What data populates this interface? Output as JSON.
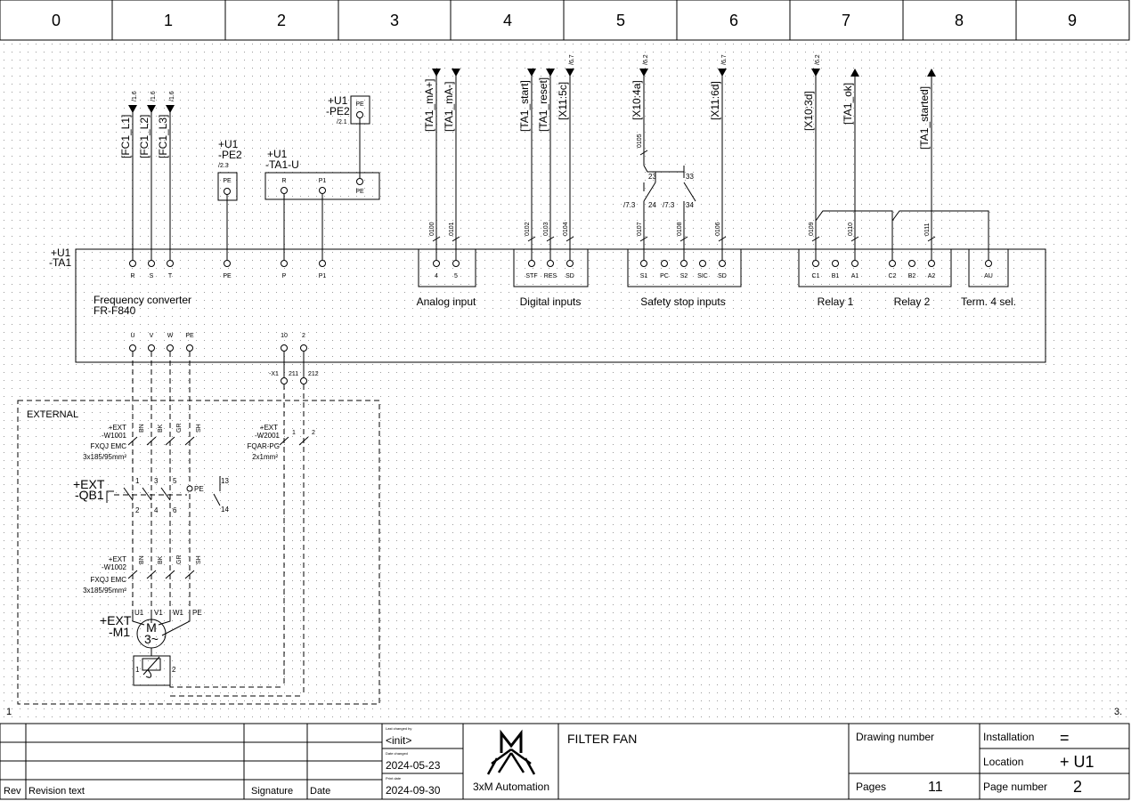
{
  "columns": [
    "0",
    "1",
    "2",
    "3",
    "4",
    "5",
    "6",
    "7",
    "8",
    "9"
  ],
  "device": {
    "tag_install": "+U1",
    "tag_name": "-TA1",
    "desc1": "Frequency converter",
    "desc2": "FR-F840",
    "top_terminals": [
      "R",
      "S",
      "T",
      "PE",
      "P",
      "P1",
      "4",
      "5",
      "STF",
      "RES",
      "SD",
      "S1",
      "PC",
      "S2",
      "SIC",
      "SD",
      "C1",
      "B1",
      "A1",
      "C2",
      "B2",
      "A2",
      "AU"
    ],
    "bottom_terminals": [
      "U",
      "V",
      "W",
      "PE",
      "10",
      "2"
    ]
  },
  "groups": [
    "Analog input",
    "Digital inputs",
    "Safety stop inputs",
    "Relay 1",
    "Relay 2",
    "Term. 4 sel."
  ],
  "signals": [
    "[FC1_L1]",
    "[FC1_L2]",
    "[FC1_L3]",
    "[TA1_mA+]",
    "[TA1_mA-]",
    "[TA1_start]",
    "[TA1_reset]",
    "[X11:5c]",
    "[X10:4a]",
    "[X11:6d]",
    "[X10:3d]",
    "[TA1_ok]",
    "[TA1_started]"
  ],
  "signal_refs": [
    "/1.6",
    "/1.6",
    "/1.6",
    "/6.7",
    "/6.2",
    "/6.7",
    "/6.2"
  ],
  "wire_numbers": [
    "0100",
    "0101",
    "0102",
    "0103",
    "0104",
    "0105",
    "0107",
    "0108",
    "0106",
    "0109",
    "0110",
    "0111"
  ],
  "pe1": {
    "inst": "+U1",
    "name": "-PE2",
    "ref": "/2.3",
    "term": "PE"
  },
  "pe2": {
    "inst": "+U1",
    "name": "-PE2",
    "ref": "/2.1",
    "term": "PE"
  },
  "ta1u": {
    "inst": "+U1",
    "name": "-TA1-U",
    "terms": [
      "R",
      "P1",
      "PE"
    ]
  },
  "contacts": [
    "23",
    "33",
    "24",
    "34",
    "/7.3",
    "/7.3"
  ],
  "external": {
    "label": "EXTERNAL",
    "x1": {
      "name": "-X1",
      "terms": [
        "211",
        "212"
      ]
    },
    "w1001": {
      "lines": [
        "+EXT",
        "-W1001",
        "FXQJ EMC",
        "3x185/95mm²"
      ],
      "cores": [
        "BN",
        "BK",
        "GR",
        "SH"
      ]
    },
    "w2001": {
      "lines": [
        "+EXT",
        "-W2001",
        "FQAR-PG",
        "2x1mm²"
      ],
      "cores": [
        "1",
        "2"
      ]
    },
    "qb1": {
      "inst": "+EXT",
      "name": "-QB1",
      "pins_top": [
        "1",
        "3",
        "5"
      ],
      "pins_bottom": [
        "2",
        "4",
        "6"
      ],
      "pe": "PE",
      "aux": [
        "13",
        "14"
      ]
    },
    "w1002": {
      "lines": [
        "+EXT",
        "-W1002",
        "FXQJ EMC",
        "3x185/95mm²"
      ],
      "cores": [
        "BN",
        "BK",
        "GR",
        "SH"
      ]
    },
    "m1": {
      "inst": "+EXT",
      "name": "-M1",
      "pins": [
        "U1",
        "V1",
        "W1",
        "PE"
      ],
      "symbol_top": "M",
      "symbol_bottom": "3~",
      "thermistor": [
        "1",
        "2"
      ]
    }
  },
  "corner_left": "1",
  "corner_right": "3.",
  "titleblock": {
    "rev": "Rev",
    "revision_text": "Revision text",
    "signature": "Signature",
    "date": "Date",
    "last_changed_by_label": "Last changed by",
    "last_changed_by": "<init>",
    "date_changed_label": "Date changed",
    "date_changed": "2024-05-23",
    "print_date_label": "Print date",
    "print_date": "2024-09-30",
    "company": "3xM Automation",
    "title": "FILTER FAN",
    "drawing_number_label": "Drawing number",
    "pages_label": "Pages",
    "pages": "11",
    "installation_label": "Installation",
    "installation": "=",
    "location_label": "Location",
    "location": "+ U1",
    "page_number_label": "Page number",
    "page_number": "2"
  }
}
